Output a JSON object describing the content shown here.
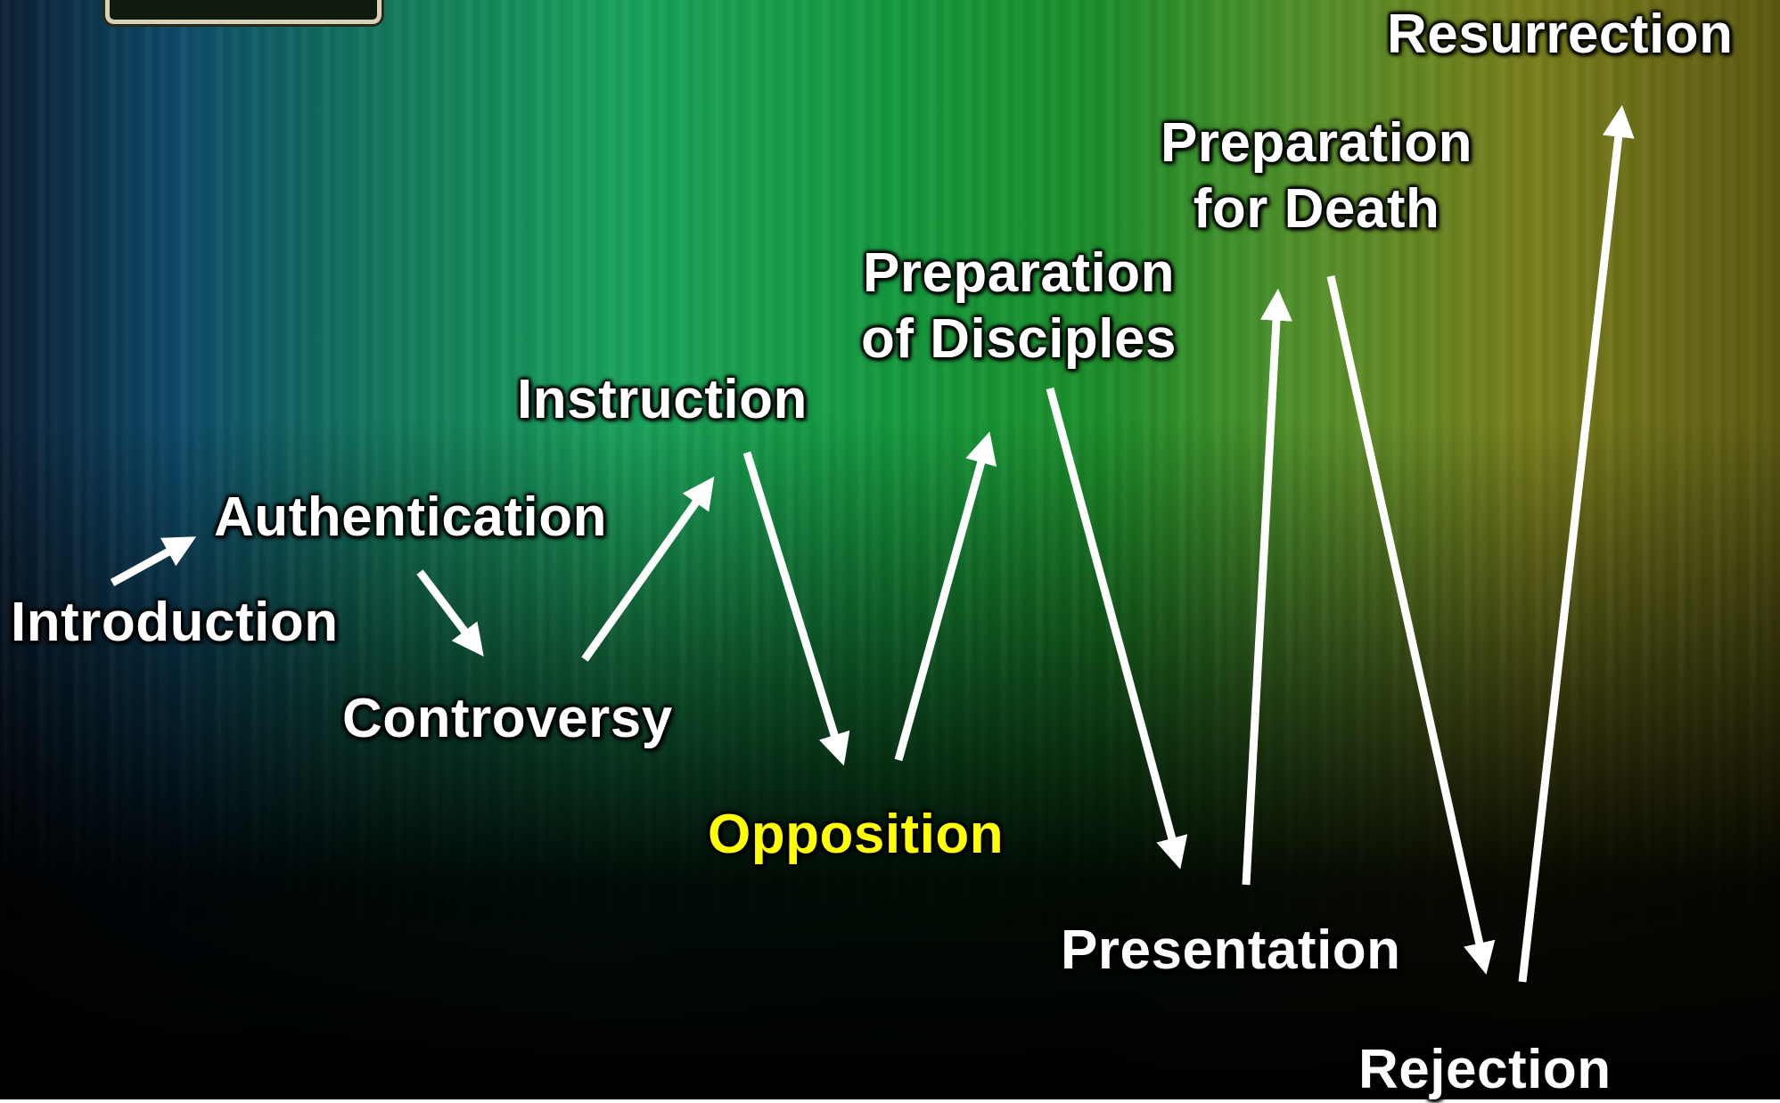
{
  "colors": {
    "text": "#ffffff",
    "highlight": "#ffff00",
    "arrow": "#ffffff"
  },
  "stages": [
    {
      "id": "introduction",
      "text": "Introduction"
    },
    {
      "id": "authentication",
      "text": "Authentication"
    },
    {
      "id": "controversy",
      "text": "Controversy"
    },
    {
      "id": "instruction",
      "text": "Instruction"
    },
    {
      "id": "opposition",
      "text": "Opposition"
    },
    {
      "id": "preparation-of-disciples",
      "line1": "Preparation",
      "line2": "of Disciples"
    },
    {
      "id": "presentation",
      "text": "Presentation"
    },
    {
      "id": "preparation-for-death",
      "line1": "Preparation",
      "line2": "for Death"
    },
    {
      "id": "rejection",
      "text": "Rejection"
    },
    {
      "id": "resurrection",
      "text": "Resurrection"
    }
  ],
  "highlighted_stage": "Opposition",
  "connections": [
    [
      "Introduction",
      "Authentication"
    ],
    [
      "Authentication",
      "Controversy"
    ],
    [
      "Controversy",
      "Instruction"
    ],
    [
      "Instruction",
      "Opposition"
    ],
    [
      "Opposition",
      "Preparation of Disciples"
    ],
    [
      "Preparation of Disciples",
      "Presentation"
    ],
    [
      "Presentation",
      "Preparation for Death"
    ],
    [
      "Preparation for Death",
      "Rejection"
    ],
    [
      "Rejection",
      "Resurrection"
    ]
  ]
}
